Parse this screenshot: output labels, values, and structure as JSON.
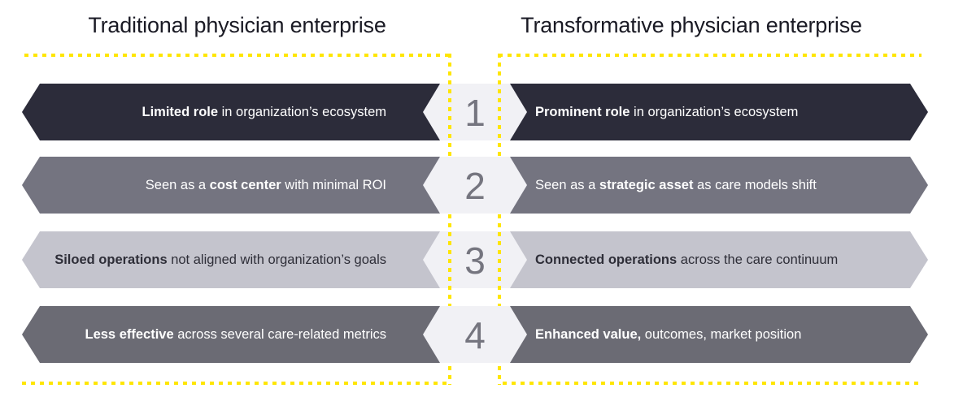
{
  "titles": {
    "left": "Traditional physician enterprise",
    "right": "Transformative physician enterprise"
  },
  "rows": [
    {
      "number": "1",
      "band_color": "#2c2c3a",
      "text_color": "#ffffff",
      "left": {
        "pre": "",
        "bold": "Limited role",
        "post": " in organization’s ecosystem"
      },
      "right": {
        "pre": "",
        "bold": "Prominent role",
        "post": " in organization’s ecosystem"
      }
    },
    {
      "number": "2",
      "band_color": "#747480",
      "text_color": "#ffffff",
      "left": {
        "pre": "Seen as a ",
        "bold": "cost center",
        "post": " with minimal ROI"
      },
      "right": {
        "pre": "Seen as a ",
        "bold": "strategic asset",
        "post": " as care models shift"
      }
    },
    {
      "number": "3",
      "band_color": "#c4c4cd",
      "text_color": "#2e2e38",
      "left": {
        "pre": "",
        "bold": "Siloed operations",
        "post": " not aligned with organization’s goals"
      },
      "right": {
        "pre": "",
        "bold": "Connected operations",
        "post": " across the care continuum"
      }
    },
    {
      "number": "4",
      "band_color": "#6b6b74",
      "text_color": "#ffffff",
      "left": {
        "pre": "",
        "bold": "Less effective",
        "post": " across several care-related metrics"
      },
      "right": {
        "pre": "",
        "bold": "Enhanced value,",
        "post": " outcomes, market position"
      }
    }
  ],
  "colors": {
    "accent_yellow": "#ffe600",
    "hexagon_fill": "#f1f1f5",
    "number_color": "#75757f",
    "title_color": "#1a1a24",
    "background": "#ffffff"
  }
}
